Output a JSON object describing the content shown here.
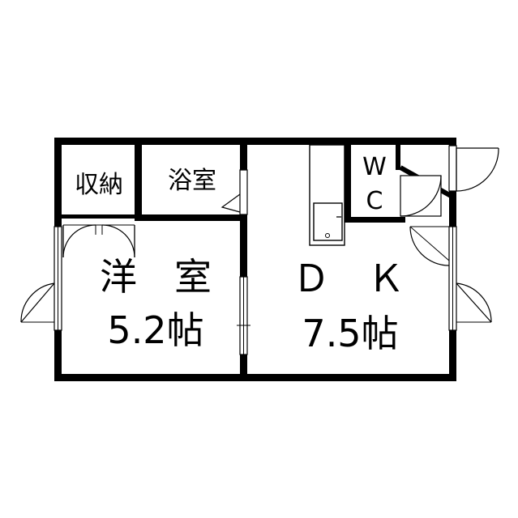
{
  "rooms": {
    "storage": {
      "label": "収納"
    },
    "bath": {
      "label": "浴室"
    },
    "western": {
      "name": "洋　室",
      "size": "5.2帖"
    },
    "dk": {
      "name": "Ｄ　Ｋ",
      "size": "7.5帖"
    },
    "wc": {
      "line1": "W",
      "line2": "C"
    }
  },
  "colors": {
    "wall": "#000000",
    "background": "#ffffff"
  }
}
